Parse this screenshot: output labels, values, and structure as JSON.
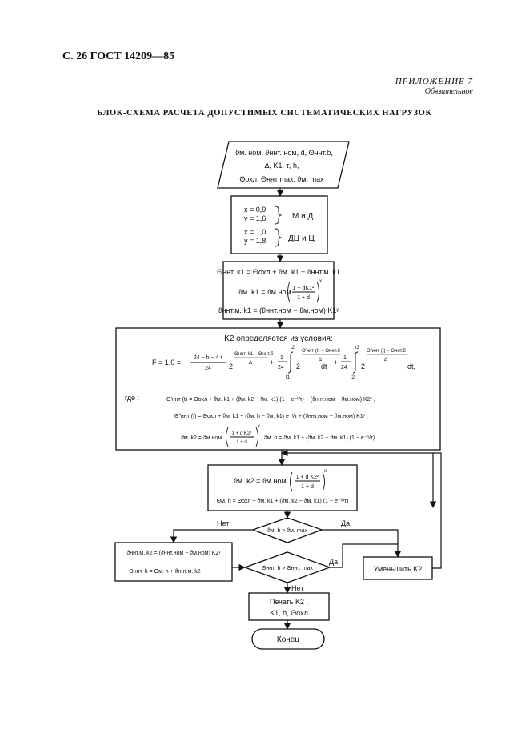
{
  "header": {
    "page_ref": "С. 26 ГОСТ 14209—85"
  },
  "appendix": {
    "label": "ПРИЛОЖЕНИЕ 7",
    "status": "Обязательное"
  },
  "title": "БЛОК-СХЕМА РАСЧЕТА ДОПУСТИМЫХ СИСТЕМАТИЧЕСКИХ НАГРУЗОК",
  "flow": {
    "input": {
      "line1": "ϑм. ном, ϑннт. ном, d, Θннт.б,",
      "line2": "Δ, K1, τ, h,",
      "line3": "Θохл, Θннт max, ϑм. max"
    },
    "coefficients": {
      "x1": "x = 0,9",
      "y1": "y = 1,6",
      "label1": "М  и  Д",
      "x2": "x = 1,0",
      "y2": "y = 1,8",
      "label2": "ДЦ  и  Ц"
    },
    "init_calc": {
      "f1": "Θннт. k1 = Θохл + ϑм. k1 + ϑннт.м. k1",
      "f2_left": "ϑм. k1 = ϑм.ном",
      "f2_num": "1 + dK1²",
      "f2_den": "1 + d",
      "f2_exp": "x",
      "f3": "ϑннт.м. k1 = (ϑннт.ном − ϑм.ном) K1ʸ"
    },
    "k2_block": {
      "heading": "K2 определяется из условия:",
      "f_left": "F = 1,0 =",
      "frac_num": "24 − h − 4 τ",
      "frac_den": "24",
      "exp1": "Θннт. k1 − Θннт.б",
      "delta": "Δ",
      "plus": "+",
      "one": "1",
      "twentyfour": "24",
      "t_upper": "t2",
      "t_lower": "t1",
      "exp2": "Θ′ннт (t) − Θннт.б",
      "t3_upper": "t3",
      "t3_lower": "t2",
      "exp3": "Θ″ннт (t) − Θннт.б",
      "dt": "dt",
      "dt_end": "dt,",
      "two": "2",
      "where": "где :",
      "w1": "Θ′ннт (t) = Θохл + ϑм. k1 + (ϑм. k2 − ϑм. k1) (1 − e⁻ᵗ/τ) + (ϑннт.ном − ϑм.ном) K2ʸ ,",
      "w2": "Θ″ннт (t) = Θохл + ϑм. k1 + (ϑм. h − ϑм. k1) e⁻ᵗ/τ + (ϑннт.ном − ϑм.ном) K1ʸ ,",
      "w3_left": "ϑм. k2 = ϑм.ном",
      "w3_num": "1 + d K2²",
      "w3_den": "1 + d",
      "w3_exp": "x",
      "w3_right": ",  ϑм. h = ϑм. k1 + (ϑм. k2 − ϑм. k1) (1 − e⁻ʰ/τ)"
    },
    "calc2": {
      "f1_left": "ϑм. k2 = ϑм.ном",
      "f1_num": "1 + d K2²",
      "f1_den": "1 + d",
      "f1_exp": "x",
      "f2": "Θм. h = Θохл + ϑм. k1 + (ϑм. k2 − ϑм. k1) (1 − e⁻ʰ/τ)"
    },
    "decision1": {
      "cond": "ϑм. h > ϑм. max",
      "no": "Нет",
      "yes": "Да"
    },
    "left_calc": {
      "f1": "ϑннт.м. k2 = (ϑннт.ном − ϑм.ном) K2ʸ",
      "f2": "Θннт. h = Θм. h + ϑннт.м. k2"
    },
    "decision2": {
      "cond": "Θннт. h > Θннт. max",
      "yes": "Да",
      "no": "Нет"
    },
    "reduce": {
      "label": "Уменьшить K2"
    },
    "print": {
      "line1": "Печать K2 ,",
      "line2": "K1, h, Θохл"
    },
    "end": {
      "label": "Конец"
    }
  }
}
